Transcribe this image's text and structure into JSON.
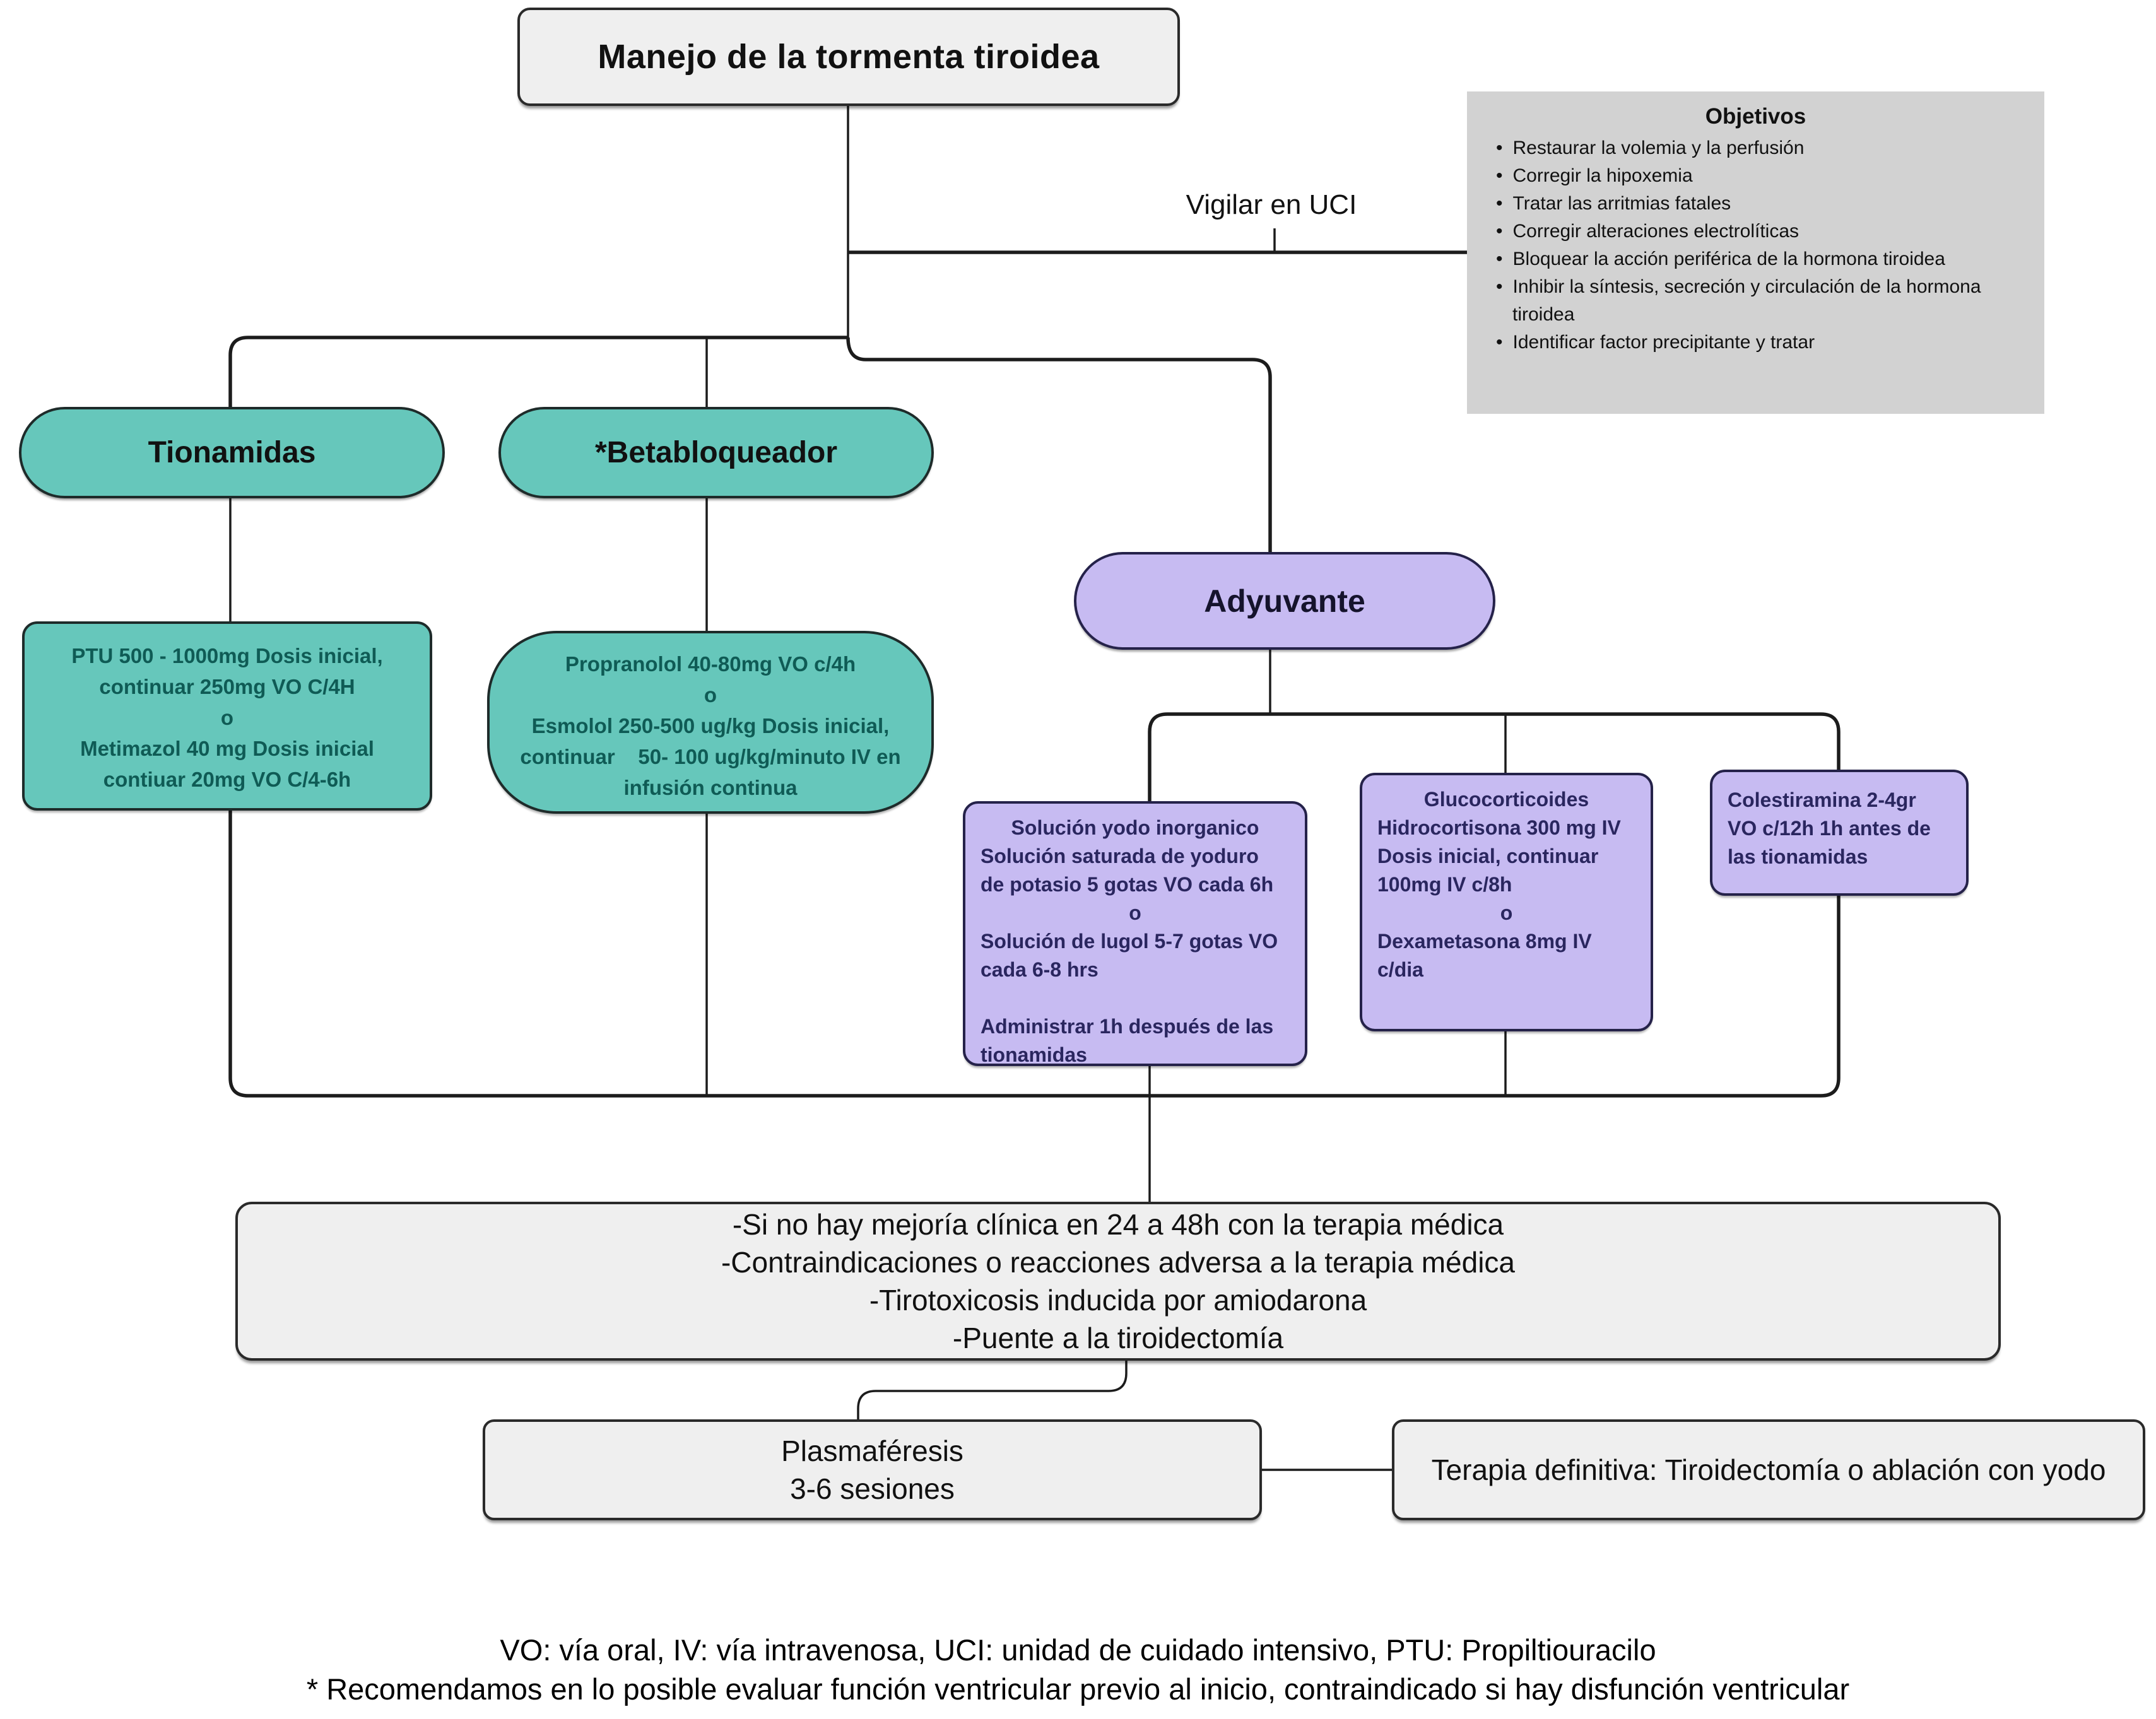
{
  "title": "Manejo de la tormenta tiroidea",
  "monitor_label": "Vigilar en UCI",
  "objectives": {
    "title": "Objetivos",
    "items": [
      "Restaurar la volemia y la perfusión",
      "Corregir la hipoxemia",
      "Tratar las arritmias fatales",
      "Corregir alteraciones electrolíticas",
      "Bloquear la acción periférica de la hormona tiroidea",
      "Inhibir la síntesis, secreción y circulación de la hormona tiroidea",
      "Identificar factor precipitante y tratar"
    ]
  },
  "branches": {
    "tionamidas": {
      "label": "Tionamidas",
      "detail": "PTU 500 - 1000mg Dosis inicial,\ncontinuar 250mg VO C/4H\no\nMetimazol 40 mg Dosis inicial\ncontiuar 20mg VO C/4-6h"
    },
    "betabloqueador": {
      "label": "*Betabloqueador",
      "detail": "Propranolol 40-80mg VO c/4h\no\nEsmolol 250-500 ug/kg Dosis inicial,\ncontinuar    50- 100 ug/kg/minuto IV en\ninfusión continua"
    },
    "adyuvante": {
      "label": "Adyuvante",
      "yodo": {
        "title": "Solución yodo inorganico",
        "body": "Solución saturada de yoduro\nde potasio 5 gotas VO cada 6h\no\nSolución de lugol 5-7 gotas VO\ncada 6-8 hrs\n\nAdministrar 1h después de las\ntionamidas"
      },
      "glucocorticoides": {
        "title": "Glucocorticoides",
        "body": "Hidrocortisona 300 mg IV\nDosis inicial, continuar\n100mg IV c/8h\no\nDexametasona 8mg IV\nc/dia"
      },
      "colestiramina": {
        "body": "Colestiramina 2-4gr\nVO c/12h 1h antes de\nlas tionamidas"
      }
    }
  },
  "escalation_criteria": "-Si no hay mejoría clínica en 24 a 48h con la terapia médica\n-Contraindicaciones o reacciones adversa a la terapia médica\n-Tirotoxicosis inducida por amiodarona\n-Puente a la tiroidectomía",
  "plasmapheresis": "Plasmaféresis\n3-6 sesiones",
  "definitive_therapy": "Terapia definitiva: Tiroidectomía o ablación con yodo",
  "footnotes": [
    "VO: vía oral, IV: vía intravenosa, UCI: unidad de cuidado intensivo, PTU: Propiltiouracilo",
    "* Recomendamos en lo posible evaluar función ventricular previo al inicio, contraindicado si hay disfunción ventricular"
  ],
  "colors": {
    "teal": "#66c7bb",
    "purple": "#c7bbf2",
    "box_gray": "#efefef",
    "objectives_gray": "#d2d2d2",
    "line": "#1c1c1c"
  }
}
